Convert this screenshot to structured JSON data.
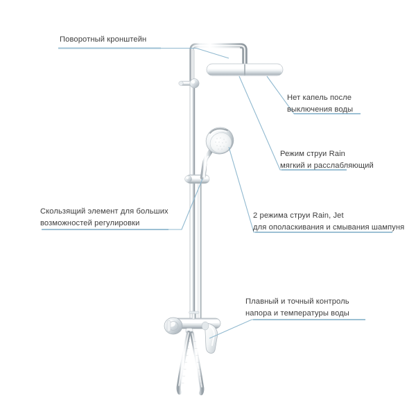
{
  "diagram": {
    "title": "Shower system annotated diagram",
    "background_color": "#ffffff",
    "text_color": "#3c3c3c",
    "leader_line_color": "#8fb8cf",
    "underline_color": "#9cc0d4",
    "product_chrome_light": "#fdfdfd",
    "product_chrome_mid": "#d7dde1",
    "product_chrome_dark": "#9aa4ab"
  },
  "callouts": [
    {
      "id": "swivel-bracket",
      "lines": [
        "Поворотный кронштейн"
      ],
      "line1": "Поворотный кронштейн",
      "line2": "",
      "side": "left",
      "target": "shower-arm"
    },
    {
      "id": "no-drip",
      "lines": [
        "Нет капель после",
        "выключения воды"
      ],
      "line1": "Нет капель после",
      "line2": "выключения воды",
      "side": "right",
      "target": "head-shower-right"
    },
    {
      "id": "rain-mode",
      "lines": [
        "Режим струи Rain",
        "мягкий и расслабляющий"
      ],
      "line1": "Режим струи Rain",
      "line2": "мягкий и расслабляющий",
      "side": "right",
      "target": "head-shower-left"
    },
    {
      "id": "slider-element",
      "lines": [
        "Скользящий элемент для больших",
        "возможностей регулировки"
      ],
      "line1": "Скользящий элемент для больших",
      "line2": "возможностей регулировки",
      "side": "left",
      "target": "slider"
    },
    {
      "id": "two-spray-modes",
      "lines": [
        "2 режима струи Rain, Jet",
        "для ополаскивания и смывания шампуня"
      ],
      "line1": "2 режима струи Rain, Jet",
      "line2": "для ополаскивания и смывания шампуня",
      "side": "right",
      "target": "hand-shower"
    },
    {
      "id": "flow-control",
      "lines": [
        "Плавный и точный контроль",
        "напора и температуры воды"
      ],
      "line1": "Плавный и точный контроль",
      "line2": "напора и температуры воды",
      "side": "right",
      "target": "mixer-lever"
    }
  ],
  "product": {
    "name": "shower-system",
    "parts": [
      "shower-arm",
      "head-shower",
      "riser-rail",
      "wall-bracket",
      "slider",
      "hand-shower",
      "shower-hose",
      "mixer-body",
      "mixer-lever",
      "diverter-knob"
    ]
  }
}
